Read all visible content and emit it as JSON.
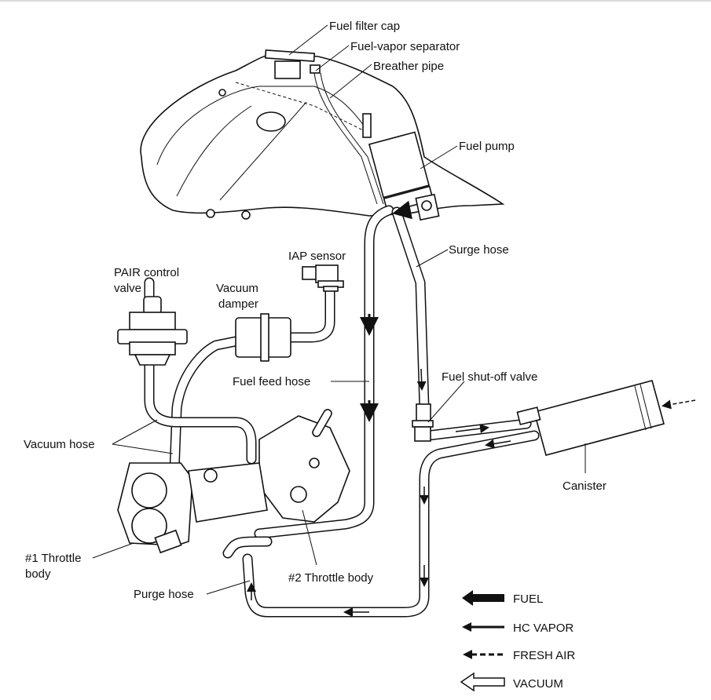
{
  "diagram": {
    "title": "Evaporative emission control system — fuel / vapor / air / vacuum flow",
    "labels": {
      "fuel_filter_cap": "Fuel filter cap",
      "fuel_vapor_separator": "Fuel-vapor separator",
      "breather_pipe": "Breather pipe",
      "fuel_pump": "Fuel pump",
      "surge_hose": "Surge hose",
      "iap_sensor": "IAP sensor",
      "pair_control_valve_line1": "PAIR control",
      "pair_control_valve_line2": "valve",
      "vacuum_damper_line1": "Vacuum",
      "vacuum_damper_line2": "damper",
      "fuel_feed_hose": "Fuel feed hose",
      "fuel_shutoff_valve": "Fuel shut-off valve",
      "vacuum_hose": "Vacuum hose",
      "canister": "Canister",
      "throttle_body_1_line1": "#1 Throttle",
      "throttle_body_1_line2": "body",
      "throttle_body_2": "#2 Throttle body",
      "purge_hose": "Purge hose"
    },
    "legend": [
      {
        "label": "FUEL",
        "icon": "thick-filled-arrow-left"
      },
      {
        "label": "HC VAPOR",
        "icon": "solid-line-arrow-left"
      },
      {
        "label": "FRESH AIR",
        "icon": "dashed-line-arrow-left"
      },
      {
        "label": "VACUUM",
        "icon": "hollow-arrow-left"
      }
    ]
  }
}
